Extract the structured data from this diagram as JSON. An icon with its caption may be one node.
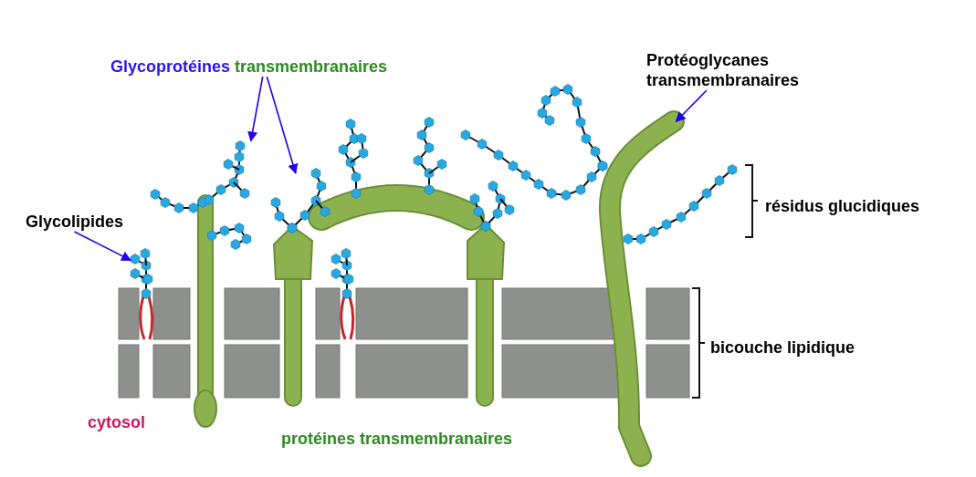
{
  "diagram": {
    "nodes": [
      {
        "text": [
          "Glycoprotéines",
          "transmembranaires"
        ]
      },
      {
        "text": [],
        "shape": "picture"
      },
      {
        "text": [],
        "shape": "picture"
      },
      {
        "text": [
          "Protéoglycanes transmembranaires"
        ]
      },
      {
        "text": [],
        "shape": "picture"
      },
      {
        "text": [
          "Glycolipides"
        ]
      },
      {
        "text": [],
        "shape": "picture"
      }
    ],
    "edges": [
      {
        "from": 0,
        "to": 1,
        "arrow": "to",
        "color": "#2200ee"
      },
      {
        "from": 0,
        "to": 2,
        "arrow": "to",
        "color": "#2200ee"
      },
      {
        "from": 3,
        "to": 4,
        "arrow": "to",
        "color": "#2200ee"
      },
      {
        "from": 5,
        "to": 6,
        "arrow": "to",
        "color": "#2200ee"
      }
    ],
    "labels": [
      "résidus glucidiques",
      "bicouche lipidique",
      "cytosol",
      "protéines transmembranaires"
    ]
  }
}
